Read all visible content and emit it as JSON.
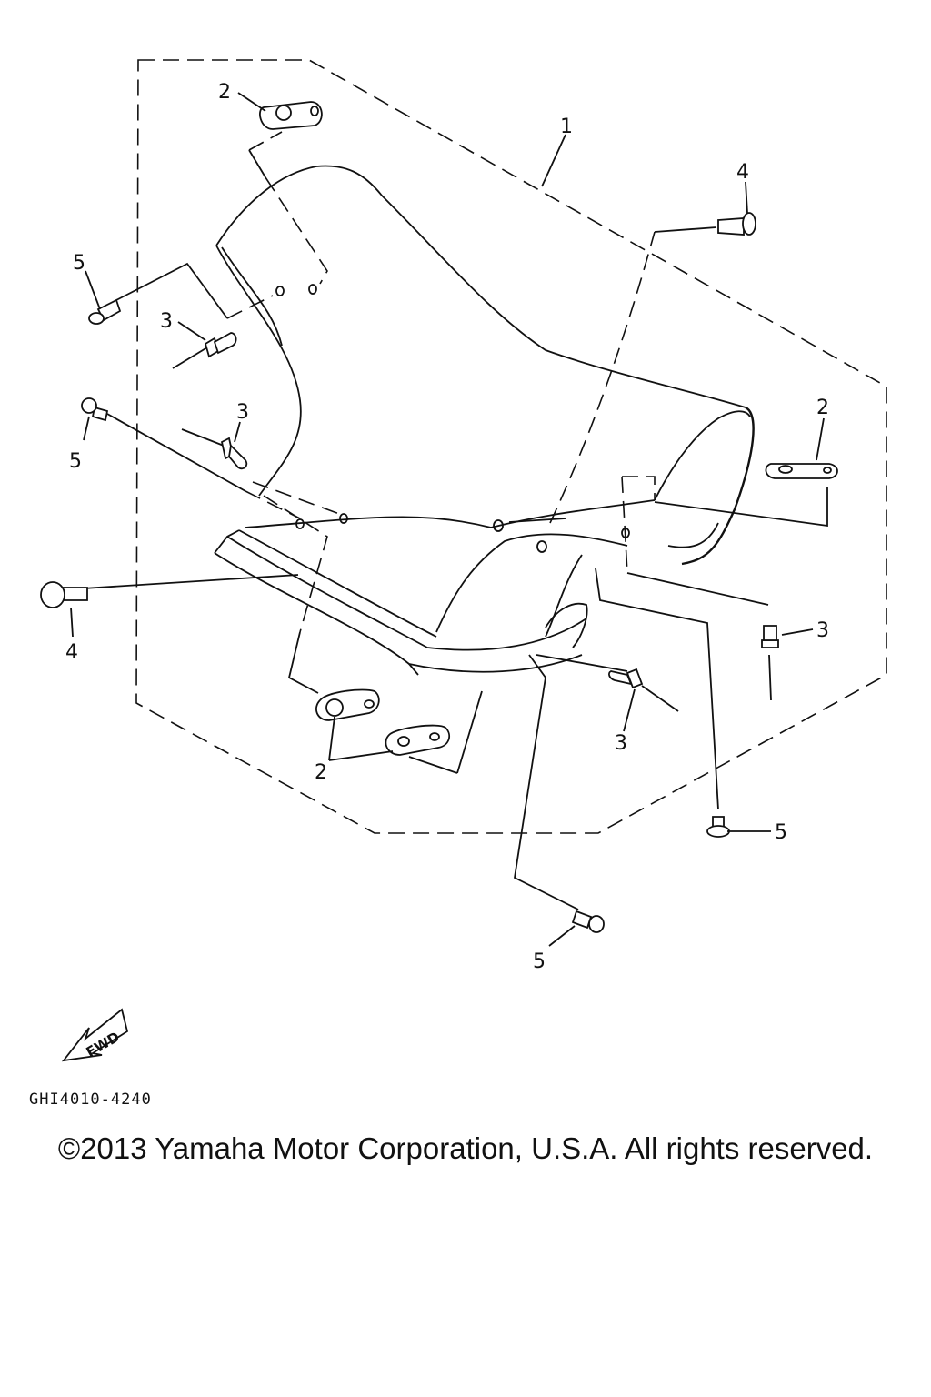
{
  "diagram": {
    "callouts": {
      "c1": "1",
      "c2a": "2",
      "c2b": "2",
      "c2c": "2",
      "c3a": "3",
      "c3b": "3",
      "c3c": "3",
      "c3d": "3",
      "c4a": "4",
      "c4b": "4",
      "c5a": "5",
      "c5b": "5",
      "c5c": "5",
      "c5d": "5"
    },
    "fwd_label": "FWD",
    "part_code": "GHI4010-4240"
  },
  "copyright": "©2013 Yamaha Motor Corporation, U.S.A. All rights reserved."
}
